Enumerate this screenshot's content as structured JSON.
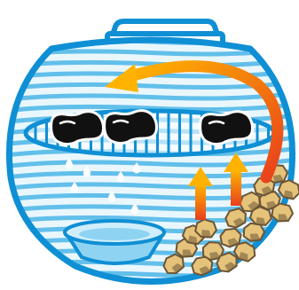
{
  "colors": {
    "outline": "#0f8fd4",
    "stripe_dark": "#62bfea",
    "stripe_light": "#e9f7fd",
    "grate": "#0f8fd4",
    "meat": "#111111",
    "meat_fat": "#ffffff",
    "drip": "#ffffff",
    "pan_fill": "#8fd3f3",
    "coal_light": "#e6c37a",
    "coal_dark": "#6b5536",
    "heat_arrow_start": "#ffb300",
    "heat_arrow_end": "#e8401c"
  },
  "icons": {
    "grill": "kettle-grill-icon",
    "meat": "steak-icon",
    "drip": "water-drop-icon",
    "pan": "drip-pan-icon",
    "coals": "charcoal-icon",
    "heat_rising": "arrow-up-icon",
    "heat_circulating": "curved-arrow-icon"
  },
  "diagram": {
    "steak_count": 3,
    "drip_count": 7,
    "rising_arrow_count": 2,
    "coal_count": 18
  }
}
